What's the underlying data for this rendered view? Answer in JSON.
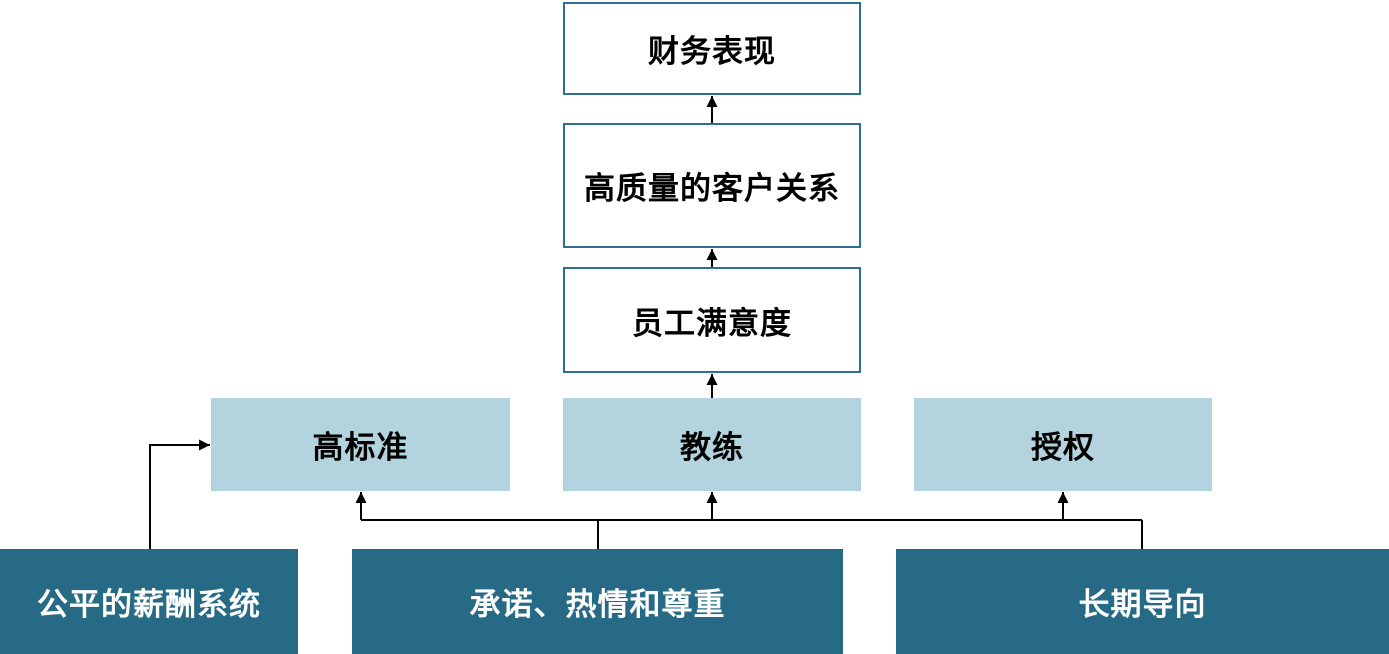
{
  "nodes": {
    "financial": "财务表现",
    "customer": "高质量的客户关系",
    "employee": "员工满意度",
    "standards": "高标准",
    "coaching": "教练",
    "empowerment": "授权",
    "pay": "公平的薪酬系统",
    "commitment": "承诺、热情和尊重",
    "longterm": "长期导向"
  },
  "colors": {
    "border": "#2f6f8f",
    "light_fill": "#b3d3de",
    "dark_fill": "#266a85",
    "dark_text": "#ffffff",
    "line": "#000000"
  }
}
